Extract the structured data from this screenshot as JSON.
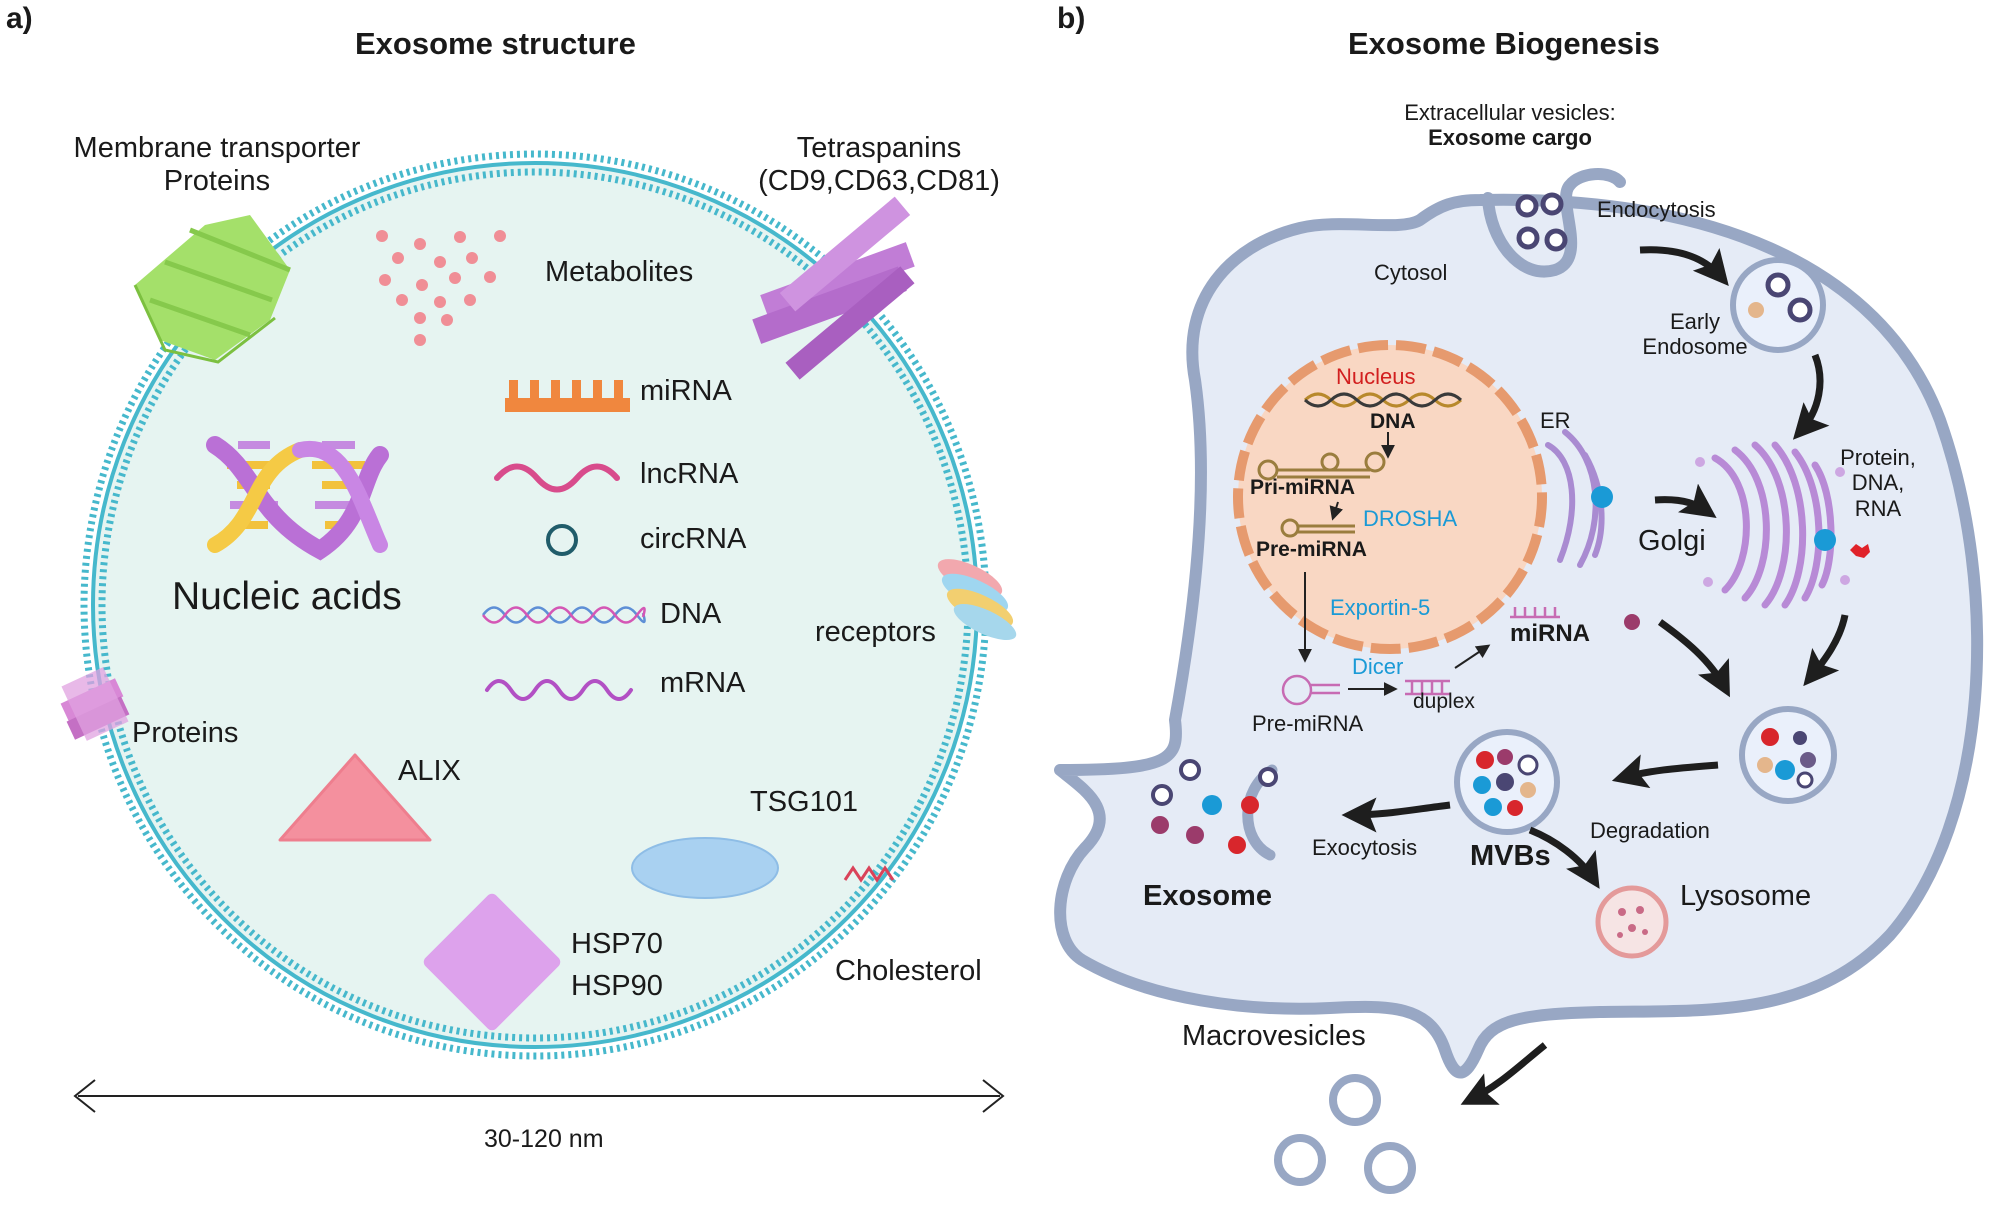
{
  "panel_a": {
    "letter": "a)",
    "title": "Exosome structure",
    "labels": {
      "membrane_transporter_1": "Membrane transporter",
      "membrane_transporter_2": "Proteins",
      "tetraspanins_1": "Tetraspanins",
      "tetraspanins_2": "(CD9,CD63,CD81)",
      "metabolites": "Metabolites",
      "mirna": "miRNA",
      "lncrna": "lncRNA",
      "circrna": "circRNA",
      "dna": "DNA",
      "mrna": "mRNA",
      "nucleic_acids": "Nucleic acids",
      "receptors": "receptors",
      "proteins": "Proteins",
      "alix": "ALIX",
      "tsg101": "TSG101",
      "hsp70": "HSP70",
      "hsp90": "HSP90",
      "cholesterol": "Cholesterol",
      "size": "30-120 nm"
    }
  },
  "panel_b": {
    "letter": "b)",
    "title": "Exosome Biogenesis",
    "labels": {
      "ev_1": "Extracellular vesicles:",
      "ev_2": "Exosome cargo",
      "endocytosis": "Endocytosis",
      "cytosol": "Cytosol",
      "early_endosome_1": "Early",
      "early_endosome_2": "Endosome",
      "nucleus": "Nucleus",
      "dna": "DNA",
      "pri_mirna": "Pri-miRNA",
      "drosha": "DROSHA",
      "pre_mirna_nuc": "Pre-miRNA",
      "exportin": "Exportin-5",
      "er": "ER",
      "golgi": "Golgi",
      "cargo_1": "Protein,",
      "cargo_2": "DNA,",
      "cargo_3": "RNA",
      "mirna": "miRNA",
      "dicer": "Dicer",
      "duplex": "duplex",
      "pre_mirna": "Pre-miRNA",
      "mvbs": "MVBs",
      "exocytosis": "Exocytosis",
      "degradation": "Degradation",
      "exosome": "Exosome",
      "lysosome": "Lysosome",
      "macrovesicles": "Macrovesicles"
    }
  },
  "colors": {
    "membrane": "#46b8cc",
    "lumen": "#e6f4f1",
    "cell_fill": "#e5ebf6",
    "cell_stroke": "#98a7c4",
    "nucleus_fill": "#f9d7c3",
    "nucleus_stroke": "#e69a6e",
    "accent_blue": "#1a9ad6",
    "accent_red": "#d21f1f"
  }
}
